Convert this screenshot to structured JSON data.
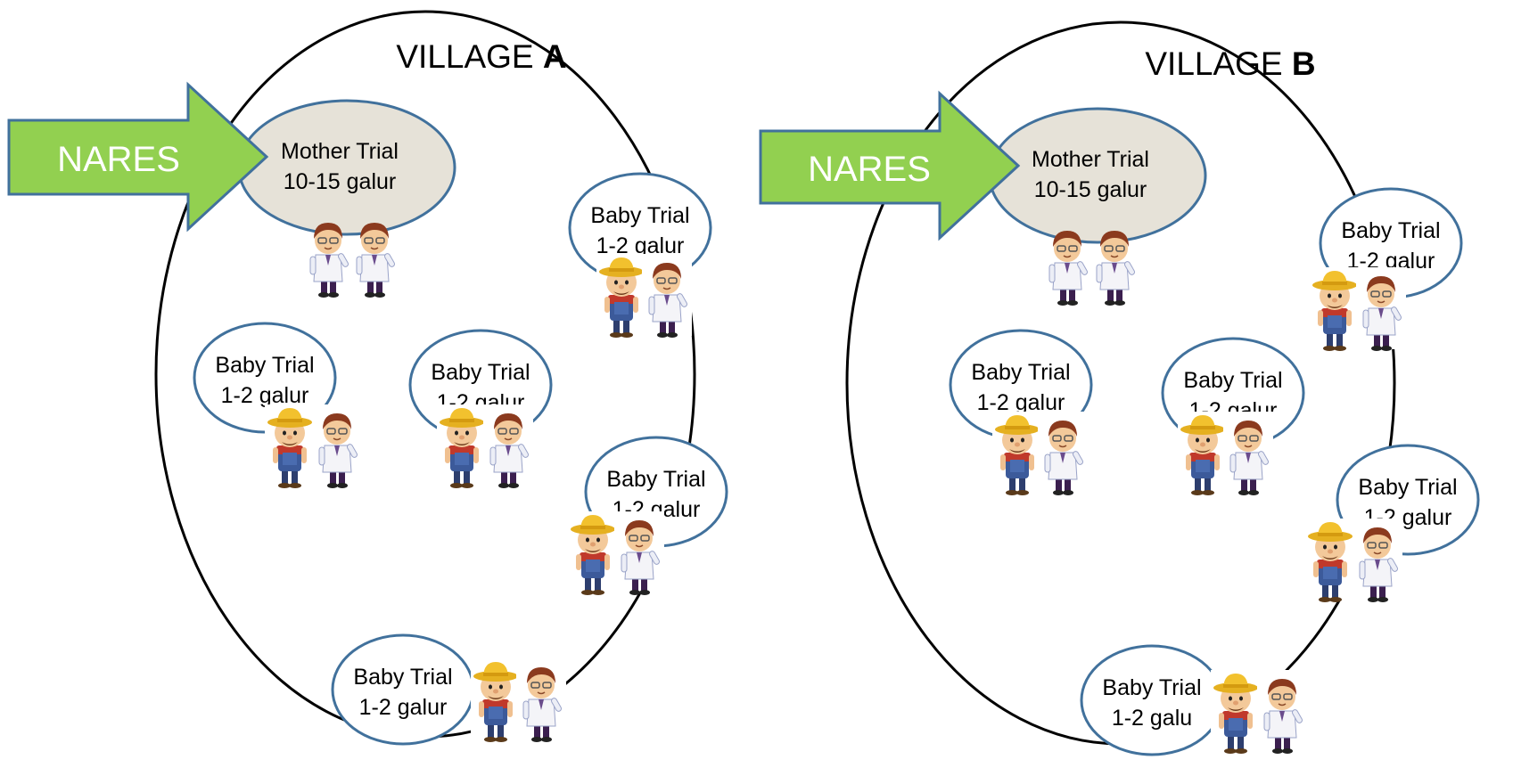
{
  "colors": {
    "village_outline": "#000000",
    "arrow_fill": "#92d050",
    "arrow_stroke": "#41719c",
    "mother_fill": "#e6e2d8",
    "bubble_stroke": "#41719c",
    "farmer_hat": "#f2c12e",
    "farmer_overalls": "#3c5a9a",
    "scientist_coat": "#f4f4f8",
    "scientist_pants": "#3b1f4f",
    "hair": "#8b3a1e"
  },
  "icons": {
    "farmer": "farmer-icon",
    "scientist": "scientist-icon",
    "arrow": "right-arrow-icon"
  },
  "villages": [
    {
      "title_prefix": "VILLAGE ",
      "title_letter": "A",
      "arrow_label": "NARES",
      "mother": {
        "line1": "Mother Trial",
        "line2": "10-15 galur"
      },
      "babies": [
        {
          "line1": "Baby Trial",
          "line2": "1-2 galur"
        },
        {
          "line1": "Baby Trial",
          "line2": "1-2 galur"
        },
        {
          "line1": "Baby Trial",
          "line2": "1-2 galur"
        },
        {
          "line1": "Baby Trial",
          "line2": "1-2 galur"
        },
        {
          "line1": "Baby Trial",
          "line2": "1-2 galur"
        }
      ]
    },
    {
      "title_prefix": "VILLAGE ",
      "title_letter": "B",
      "arrow_label": "NARES",
      "mother": {
        "line1": "Mother Trial",
        "line2": "10-15 galur"
      },
      "babies": [
        {
          "line1": "Baby Trial",
          "line2": "1-2 galur"
        },
        {
          "line1": "Baby Trial",
          "line2": "1-2 galur"
        },
        {
          "line1": "Baby Trial",
          "line2": "1-2 galur"
        },
        {
          "line1": "Baby Trial",
          "line2": "1-2 galur"
        },
        {
          "line1": "Baby Trial",
          "line2": "1-2 galu"
        }
      ]
    }
  ]
}
